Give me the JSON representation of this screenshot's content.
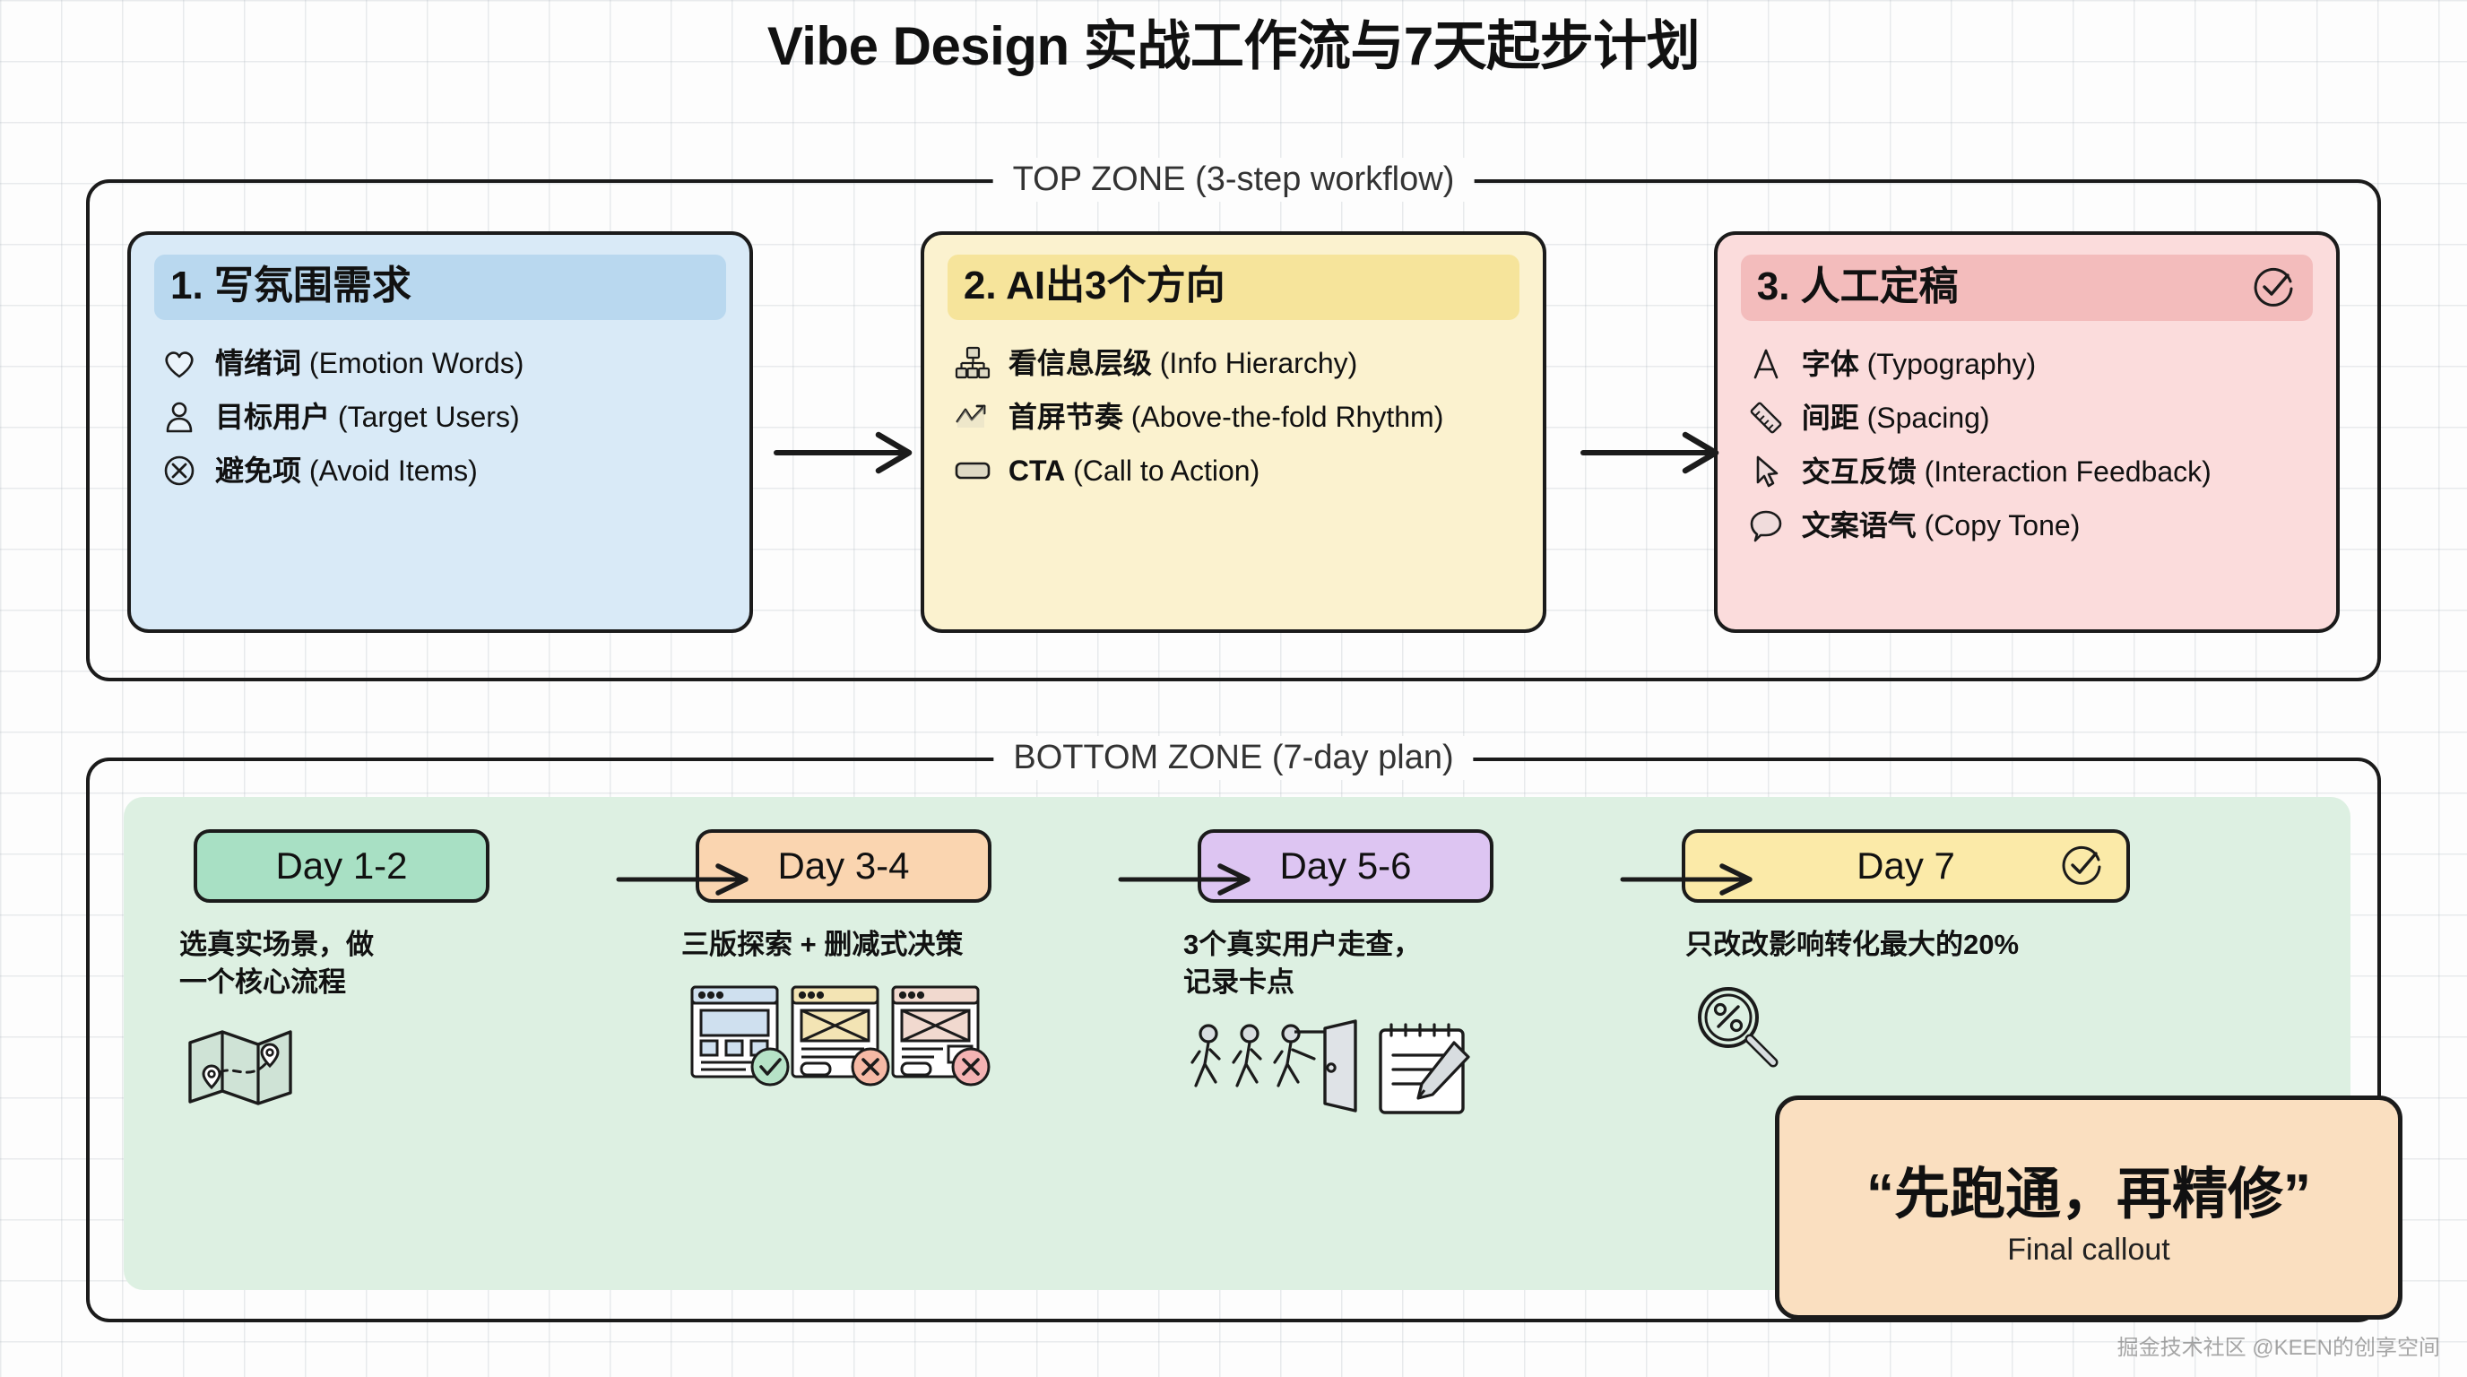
{
  "title": "Vibe Design 实战工作流与7天起步计划",
  "top_zone": {
    "label": "TOP ZONE (3-step workflow)",
    "cards": [
      {
        "title": "1. 写氛围需求",
        "accent": "#b9d8ef",
        "body": "#d9eaf7",
        "header_badge": "",
        "items": [
          {
            "icon": "heart-icon",
            "cn": "情绪词",
            "en": "(Emotion Words)"
          },
          {
            "icon": "user-icon",
            "cn": "目标用户",
            "en": "(Target Users)"
          },
          {
            "icon": "x-circle-icon",
            "cn": "避免项",
            "en": "(Avoid Items)"
          }
        ]
      },
      {
        "title": "2. AI出3个方向",
        "accent": "#f6e49b",
        "body": "#fbf2cf",
        "header_badge": "",
        "items": [
          {
            "icon": "hierarchy-icon",
            "cn": "看信息层级",
            "en": "(Info Hierarchy)"
          },
          {
            "icon": "trend-chart-icon",
            "cn": "首屏节奏",
            "en": "(Above-the-fold Rhythm)"
          },
          {
            "icon": "button-icon",
            "cn": "CTA",
            "en": "(Call to Action)"
          }
        ]
      },
      {
        "title": "3. 人工定稿",
        "accent": "#f3bcbc",
        "body": "#fbdcdc",
        "header_badge": "check-circle-icon",
        "items": [
          {
            "icon": "letter-a-icon",
            "cn": "字体",
            "en": "(Typography)"
          },
          {
            "icon": "ruler-icon",
            "cn": "间距",
            "en": "(Spacing)"
          },
          {
            "icon": "cursor-icon",
            "cn": "交互反馈",
            "en": "(Interaction Feedback)"
          },
          {
            "icon": "speech-bubble-icon",
            "cn": "文案语气",
            "en": "(Copy Tone)"
          }
        ]
      }
    ],
    "arrow_label": "arrow-right"
  },
  "bottom_zone": {
    "label": "BOTTOM ZONE (7-day plan)",
    "panel_color": "#ddf0e2",
    "days": [
      {
        "pill": "Day 1-2",
        "pill_color": "#a8e0c4",
        "badge": "",
        "desc": "选真实场景，做\n一个核心流程",
        "art": "folded-map-icon"
      },
      {
        "pill": "Day 3-4",
        "pill_color": "#fad5b0",
        "badge": "",
        "desc": "三版探索 + 删减式决策",
        "art": "three-wireframes-icon"
      },
      {
        "pill": "Day 5-6",
        "pill_color": "#ddc5f2",
        "badge": "",
        "desc": "3个真实用户走查，\n记录卡点",
        "art": "usability-test-icon"
      },
      {
        "pill": "Day 7",
        "pill_color": "#fbeaa8",
        "badge": "check-circle-icon",
        "desc": "只改改影响转化最大的20%",
        "art": "magnifier-percent-icon"
      }
    ]
  },
  "final_callout": {
    "quote": "“先跑通，再精修”",
    "subtitle": "Final callout",
    "background": "#fadfc0"
  },
  "watermark": "掘金技术社区 @KEEN的创享空间"
}
